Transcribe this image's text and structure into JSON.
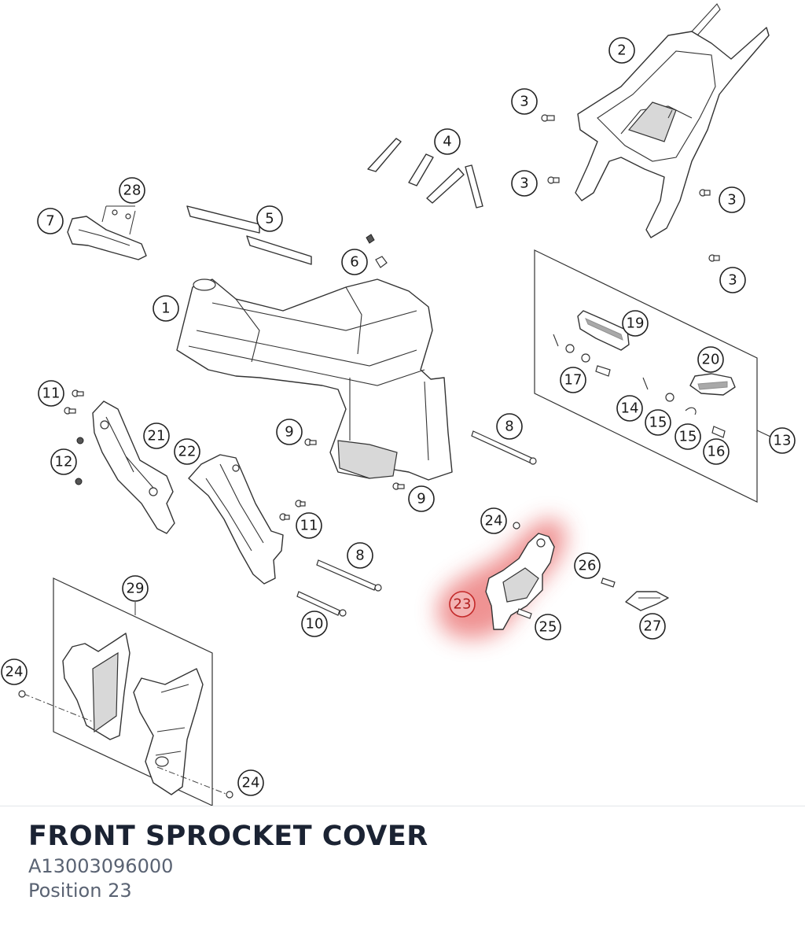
{
  "part": {
    "title": "FRONT SPROCKET COVER",
    "number": "A13003096000",
    "position": "Position 23"
  },
  "highlight_color": "#e23b3b",
  "callouts": {
    "c1": "1",
    "c2": "2",
    "c3a": "3",
    "c3b": "3",
    "c3c": "3",
    "c3d": "3",
    "c4": "4",
    "c5": "5",
    "c6": "6",
    "c7": "7",
    "c8a": "8",
    "c8b": "8",
    "c9a": "9",
    "c9b": "9",
    "c10": "10",
    "c11a": "11",
    "c11b": "11",
    "c12": "12",
    "c13": "13",
    "c14": "14",
    "c15a": "15",
    "c15b": "15",
    "c16": "16",
    "c17": "17",
    "c19": "19",
    "c20": "20",
    "c21": "21",
    "c22": "22",
    "c23": "23",
    "c24a": "24",
    "c24b": "24",
    "c24c": "24",
    "c25": "25",
    "c26": "26",
    "c27": "27",
    "c28": "28",
    "c29": "29"
  }
}
